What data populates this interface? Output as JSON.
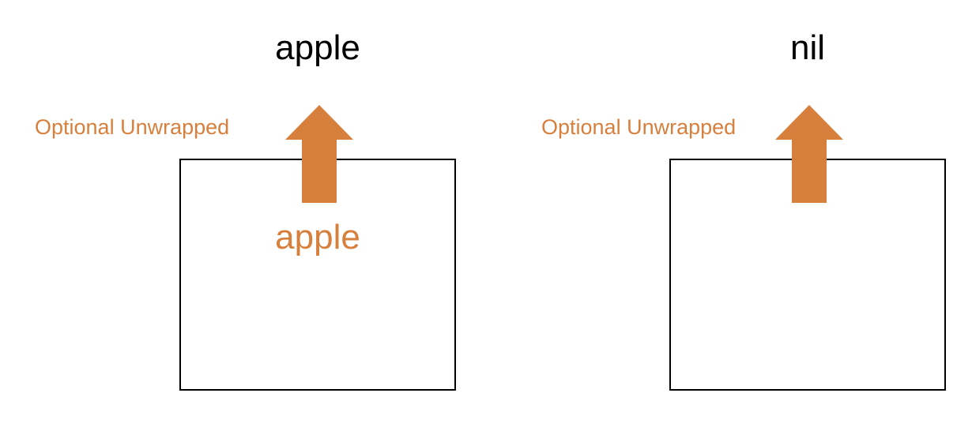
{
  "colors": {
    "accent": "#d77f3c",
    "text": "#000000",
    "border": "#000000"
  },
  "panels": [
    {
      "result": "apple",
      "label": "Optional Unwrapped",
      "content": "apple"
    },
    {
      "result": "nil",
      "label": "Optional Unwrapped",
      "content": ""
    }
  ]
}
